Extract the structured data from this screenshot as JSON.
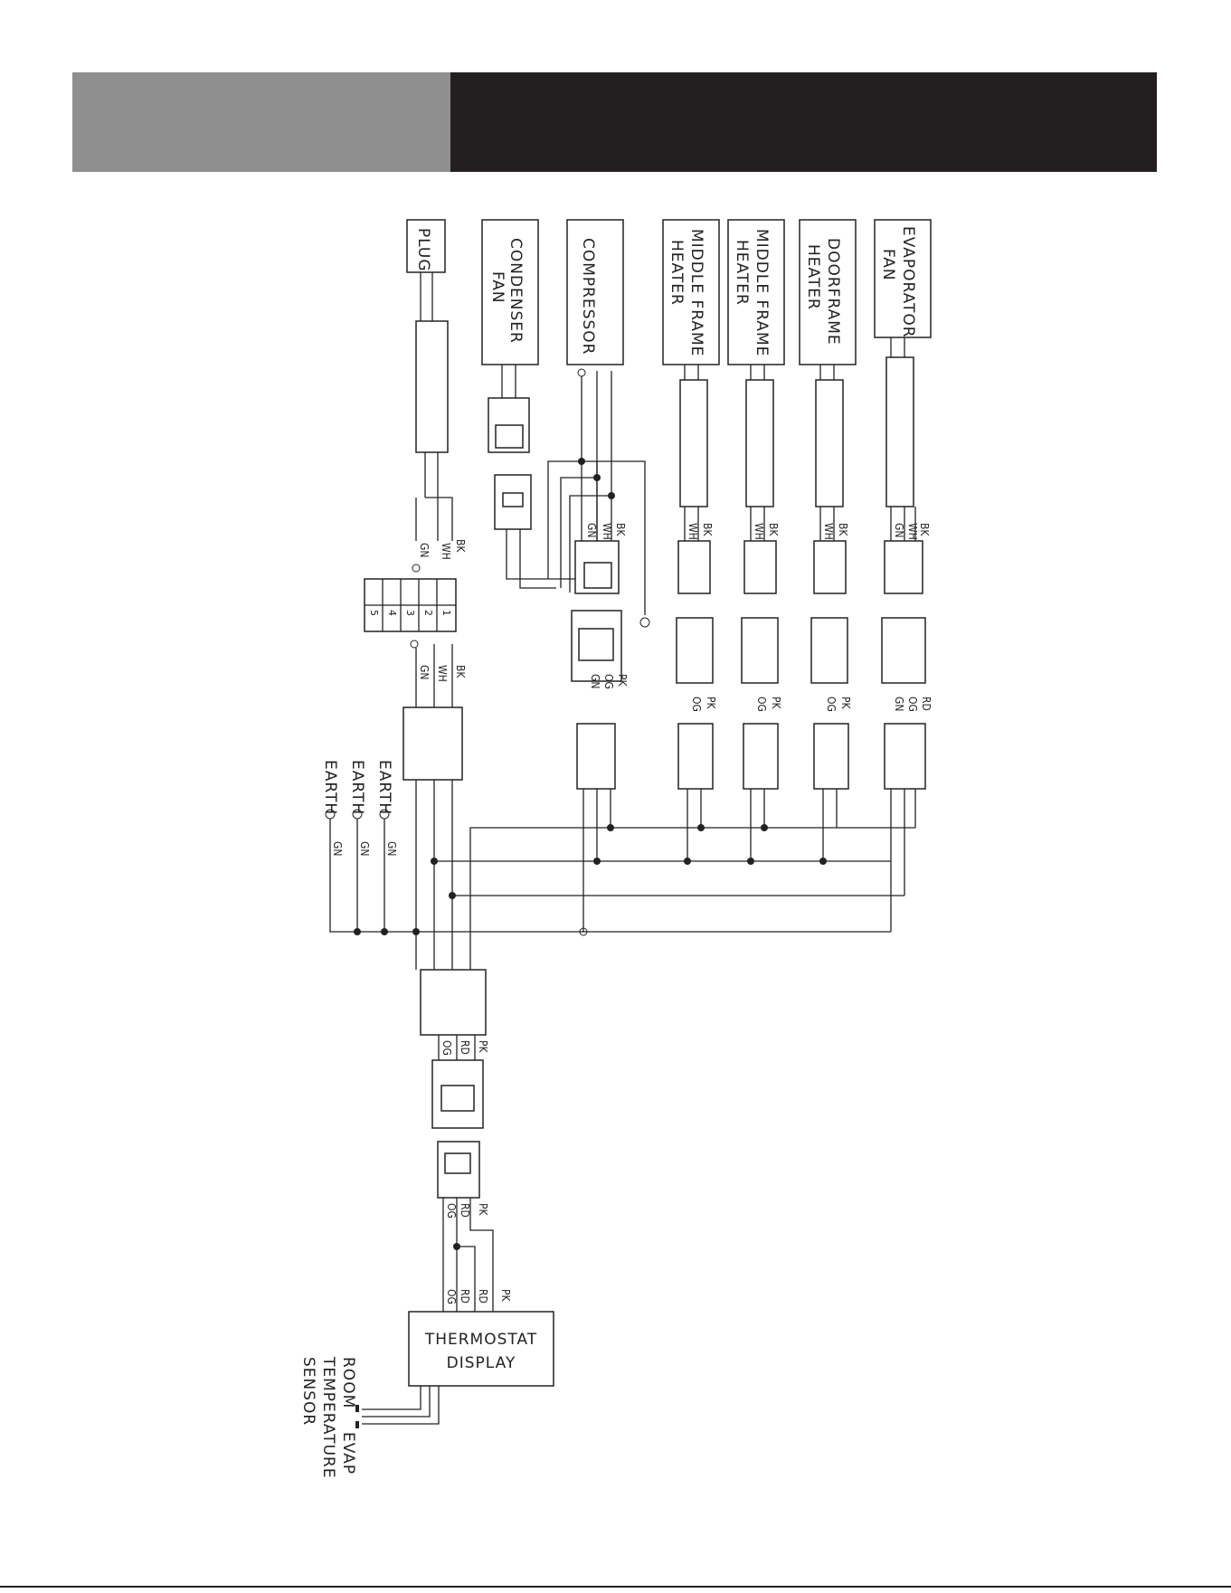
{
  "header": {
    "left_color": "#8f8f8f",
    "right_color": "#231f20"
  },
  "components": {
    "plug": "PLUG",
    "condenser_fan": [
      "CONDENSER",
      "FAN"
    ],
    "compressor": "COMPRESSOR",
    "middle_frame_heater_1": [
      "MIDDLE FRAME",
      "HEATER"
    ],
    "middle_frame_heater_2": [
      "MIDDLE FRAME",
      "HEATER"
    ],
    "doorframe_heater": [
      "DOORFRAME",
      "HEATER"
    ],
    "evaporator_fan": [
      "EVAPORATOR",
      "FAN"
    ],
    "thermostat": [
      "THERMOSTAT",
      "DISPLAY"
    ],
    "sensor": [
      "ROOM",
      "TEMPERATURE",
      "SENSOR"
    ],
    "sensor_evap": "EVAP"
  },
  "terminal_block": [
    "1",
    "2",
    "3",
    "4",
    "5"
  ],
  "earth_labels": [
    "EARTH",
    "EARTH",
    "EARTH"
  ],
  "wire_codes": {
    "bk": "BK",
    "wh": "WH",
    "gn": "GN",
    "pk": "PK",
    "og": "OG",
    "rd": "RD"
  }
}
